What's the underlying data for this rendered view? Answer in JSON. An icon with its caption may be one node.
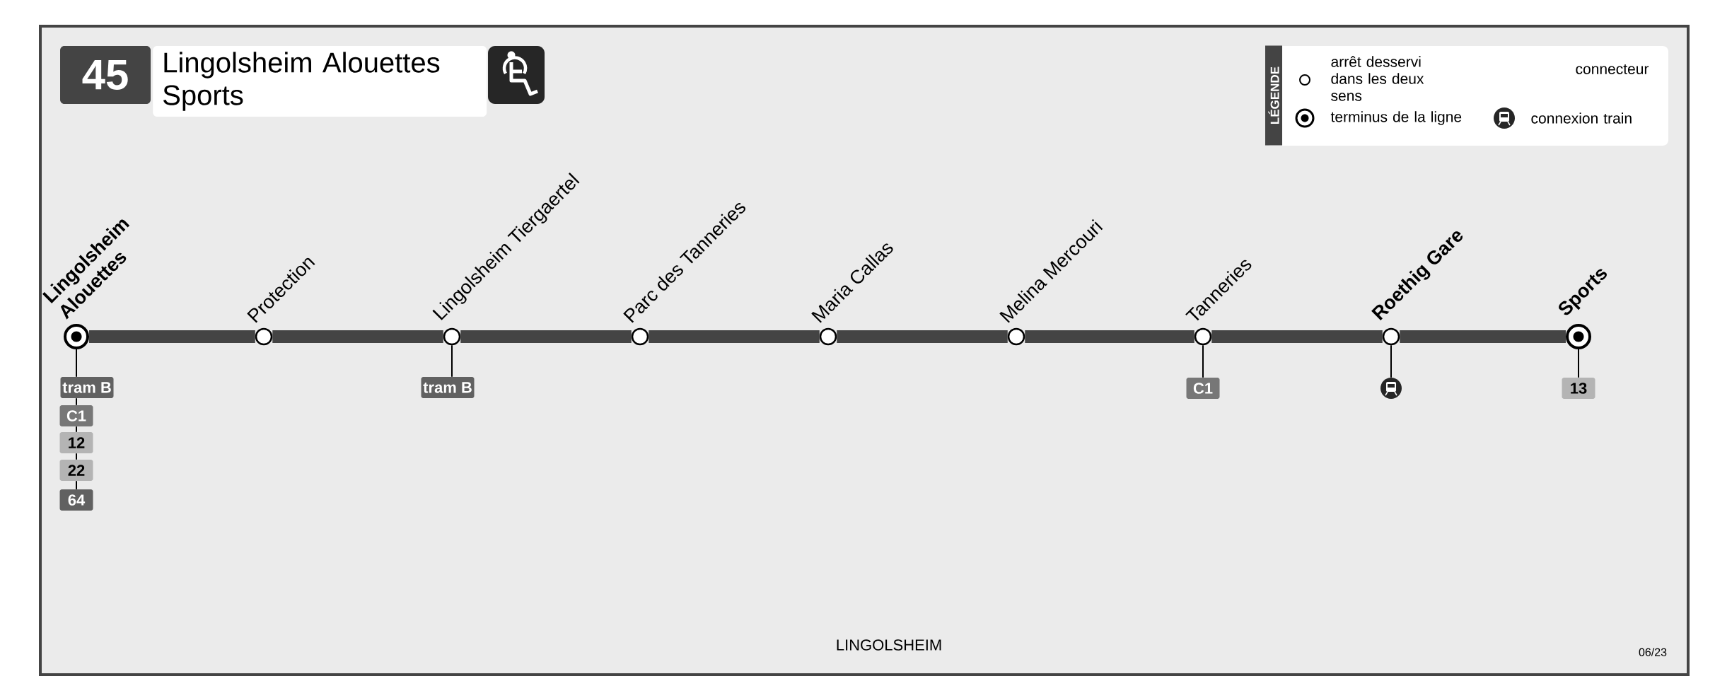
{
  "diagram": {
    "nodes": [
      {
        "text": [
          "45"
        ]
      },
      {
        "text": [
          "Lingolsheim Alouettes Sports"
        ]
      },
      {
        "text": [
          "Lingolsheim Alouettes"
        ]
      },
      {
        "text": [
          "Protection"
        ]
      },
      {
        "text": [
          "Lingolsheim Tiergaertel"
        ]
      },
      {
        "text": [
          "Parc des Tanneries"
        ]
      },
      {
        "text": [
          "Maria Callas"
        ]
      },
      {
        "text": [
          "Melina Mercouri"
        ]
      },
      {
        "text": [
          "Tanneries"
        ]
      },
      {
        "text": [
          "Roethig Gare"
        ]
      },
      {
        "text": [
          "Sports"
        ]
      },
      {
        "text": [
          "tram B"
        ]
      },
      {
        "text": [
          "C1"
        ]
      },
      {
        "text": [
          "12"
        ]
      },
      {
        "text": [
          "22"
        ]
      },
      {
        "text": [
          "64"
        ]
      },
      {
        "text": [
          "tram B"
        ]
      },
      {
        "text": [
          "C1"
        ]
      },
      {
        "text": [],
        "shape": "picture"
      },
      {
        "text": [
          "13"
        ]
      }
    ],
    "edges": [
      {
        "from": 2,
        "to": 3,
        "arrow": "none",
        "style": "thick"
      },
      {
        "from": 3,
        "to": 4,
        "arrow": "none",
        "style": "thick"
      },
      {
        "from": 4,
        "to": 5,
        "arrow": "none",
        "style": "thick"
      },
      {
        "from": 5,
        "to": 6,
        "arrow": "none",
        "style": "thick"
      },
      {
        "from": 6,
        "to": 7,
        "arrow": "none",
        "style": "thick"
      },
      {
        "from": 7,
        "to": 8,
        "arrow": "none",
        "style": "thick"
      },
      {
        "from": 8,
        "to": 9,
        "arrow": "none",
        "style": "thick"
      },
      {
        "from": 9,
        "to": 10,
        "arrow": "none",
        "style": "thick"
      },
      {
        "from": 2,
        "to": 11,
        "arrow": "none"
      },
      {
        "from": 11,
        "to": 12,
        "arrow": "none"
      },
      {
        "from": 12,
        "to": 13,
        "arrow": "none"
      },
      {
        "from": 13,
        "to": 14,
        "arrow": "none"
      },
      {
        "from": 14,
        "to": 15,
        "arrow": "none"
      },
      {
        "from": 4,
        "to": 16,
        "arrow": "none"
      },
      {
        "from": 8,
        "to": 17,
        "arrow": "none"
      },
      {
        "from": 9,
        "to": 18,
        "arrow": "none"
      },
      {
        "from": 10,
        "to": 19,
        "arrow": "none"
      }
    ],
    "labels": [
      "LÉGENDE",
      "LINGOLSHEIM",
      "06/23"
    ],
    "legend": [
      {
        "text": "arrêt desservi dans les deux sens"
      },
      {
        "text": "terminus de la ligne"
      },
      {
        "text": "connecteur"
      },
      {
        "text": "connexion train"
      }
    ]
  }
}
